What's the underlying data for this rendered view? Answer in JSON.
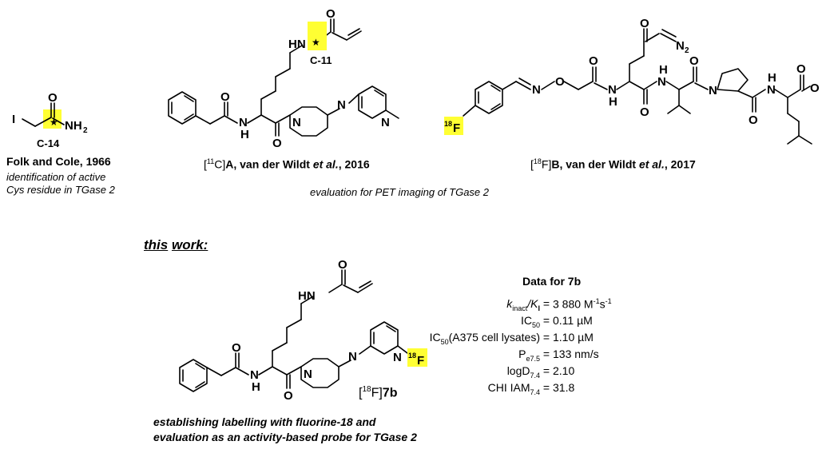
{
  "compounds": {
    "c14": {
      "label": "C-14",
      "atoms": {
        "I": "I",
        "O": "O",
        "NH2": "NH",
        "sub2": "2"
      },
      "ref_line1": "Folk and Cole, 1966",
      "ref_line2": "identification of active",
      "ref_line3": "Cys residue in TGase 2"
    },
    "A": {
      "label_pre": "[",
      "isotope": "11",
      "element": "C]",
      "name": "A",
      "authors": ", van der Wildt ",
      "etal": "et al.",
      "year": ", 2016",
      "c11_label": "C-11",
      "atoms": {
        "O": "O",
        "HN": "HN",
        "N": "N",
        "H": "H"
      }
    },
    "B": {
      "label_pre": "[",
      "isotope": "18",
      "element": "F]",
      "name": "B",
      "authors": ", van der Wildt ",
      "etal": "et al.",
      "year": ", 2017",
      "atoms": {
        "F_iso": "18",
        "F": "F",
        "O": "O",
        "N": "N",
        "H": "H",
        "N2": "N",
        "n2sub": "2"
      }
    },
    "caption_pet": "evaluation for PET imaging of TGase 2",
    "this_work": {
      "word1": "this",
      "word2": "work:",
      "label_pre": "[",
      "isotope": "18",
      "element": "F]",
      "name": "7b",
      "atoms": {
        "O": "O",
        "HN": "HN",
        "N": "N",
        "H": "H",
        "F_iso": "18",
        "F": "F"
      },
      "caption1": "establishing labelling with fluorine-18 and",
      "caption2": "evaluation as an activity-based probe for TGase 2"
    }
  },
  "data_panel": {
    "title": "Data for 7b",
    "rows": [
      {
        "key_html": "k",
        "key_sub": "inact",
        "key_mid": "/K",
        "key_sub2": "I",
        "value": "3 880 M",
        "v_sup": "-1",
        "v_mid": "s",
        "v_sup2": "-1"
      },
      {
        "key": "IC",
        "key_sub": "50",
        "value": "0.11 µM"
      },
      {
        "key": "IC",
        "key_sub": "50",
        "key_tail": "(A375 cell lysates)",
        "value": "1.10 µM"
      },
      {
        "key": "P",
        "key_sub": "e7.5",
        "value": "133 nm/s"
      },
      {
        "key": "logD",
        "key_sub": "7.4",
        "value": "2.10"
      },
      {
        "key": "CHI IAM",
        "key_sub": "7.4",
        "value": "31.8"
      }
    ],
    "eq": "="
  },
  "colors": {
    "highlight": "#ffff33",
    "ink": "#000000"
  }
}
